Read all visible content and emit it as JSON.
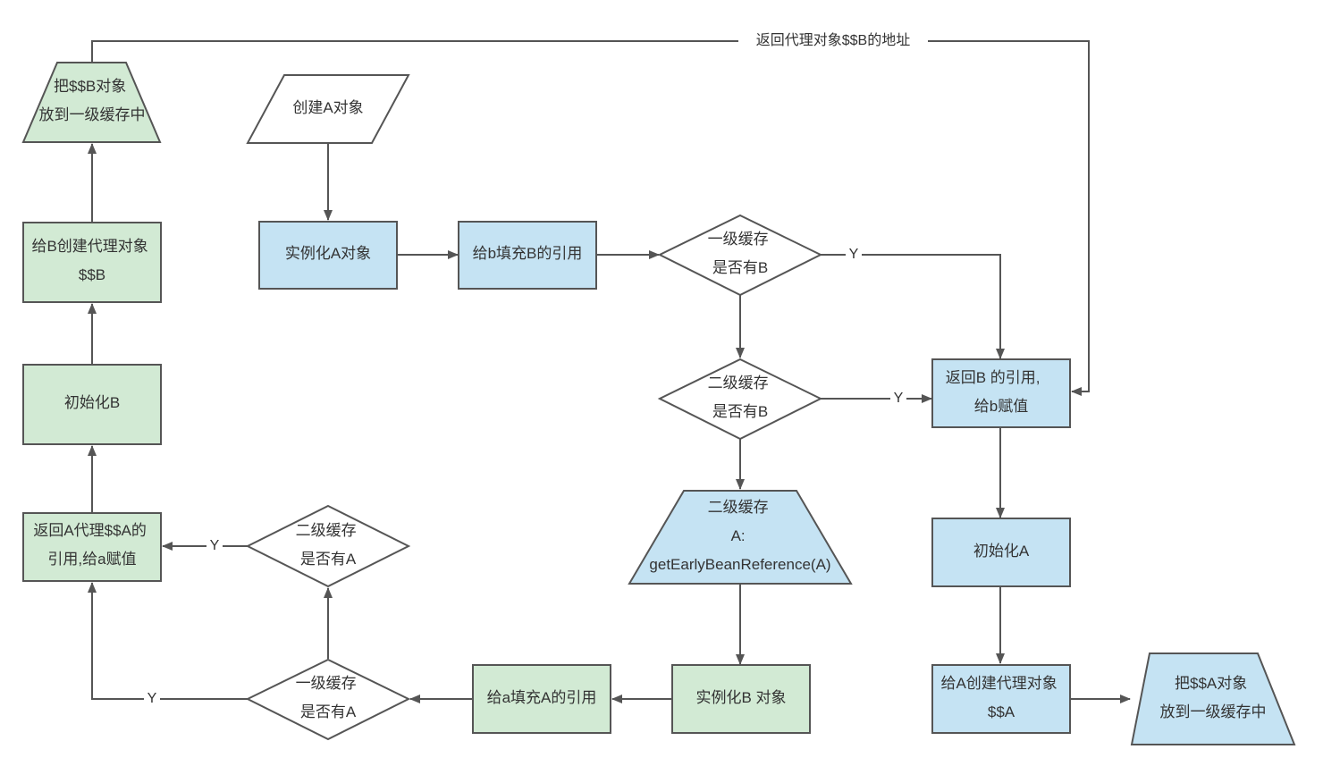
{
  "colors": {
    "process_blue": "#c5e3f3",
    "process_green": "#d2ead4",
    "stroke": "#555555",
    "text": "#333333"
  },
  "nodes": {
    "create_a": [
      "创建A对象"
    ],
    "instantiate_a": [
      "实例化A对象"
    ],
    "fill_b_ref": [
      "给b填充B的引用"
    ],
    "l1_has_b": [
      "一级缓存",
      "是否有B"
    ],
    "l2_has_b": [
      "二级缓存",
      "是否有B"
    ],
    "l2_a_early": [
      "二级缓存",
      "A:",
      "getEarlyBeanReference(A)"
    ],
    "return_b_ref": [
      "返回B 的引用,",
      "给b赋值"
    ],
    "init_a": [
      "初始化A"
    ],
    "proxy_a": [
      "给A创建代理对象",
      "$$A"
    ],
    "put_a_l1": [
      "把$$A对象",
      "放到一级缓存中"
    ],
    "instantiate_b": [
      "实例化B 对象"
    ],
    "fill_a_ref": [
      "给a填充A的引用"
    ],
    "l1_has_a": [
      "一级缓存",
      "是否有A"
    ],
    "l2_has_a": [
      "二级缓存",
      "是否有A"
    ],
    "return_a_proxy": [
      "返回A代理$$A的",
      "引用,给a赋值"
    ],
    "init_b": [
      "初始化B"
    ],
    "proxy_b": [
      "给B创建代理对象",
      "$$B"
    ],
    "put_b_l1": [
      "把$$B对象",
      "放到一级缓存中"
    ]
  },
  "edge_labels": {
    "yes": "Y",
    "return_proxy_b_address": "返回代理对象$$B的地址"
  }
}
